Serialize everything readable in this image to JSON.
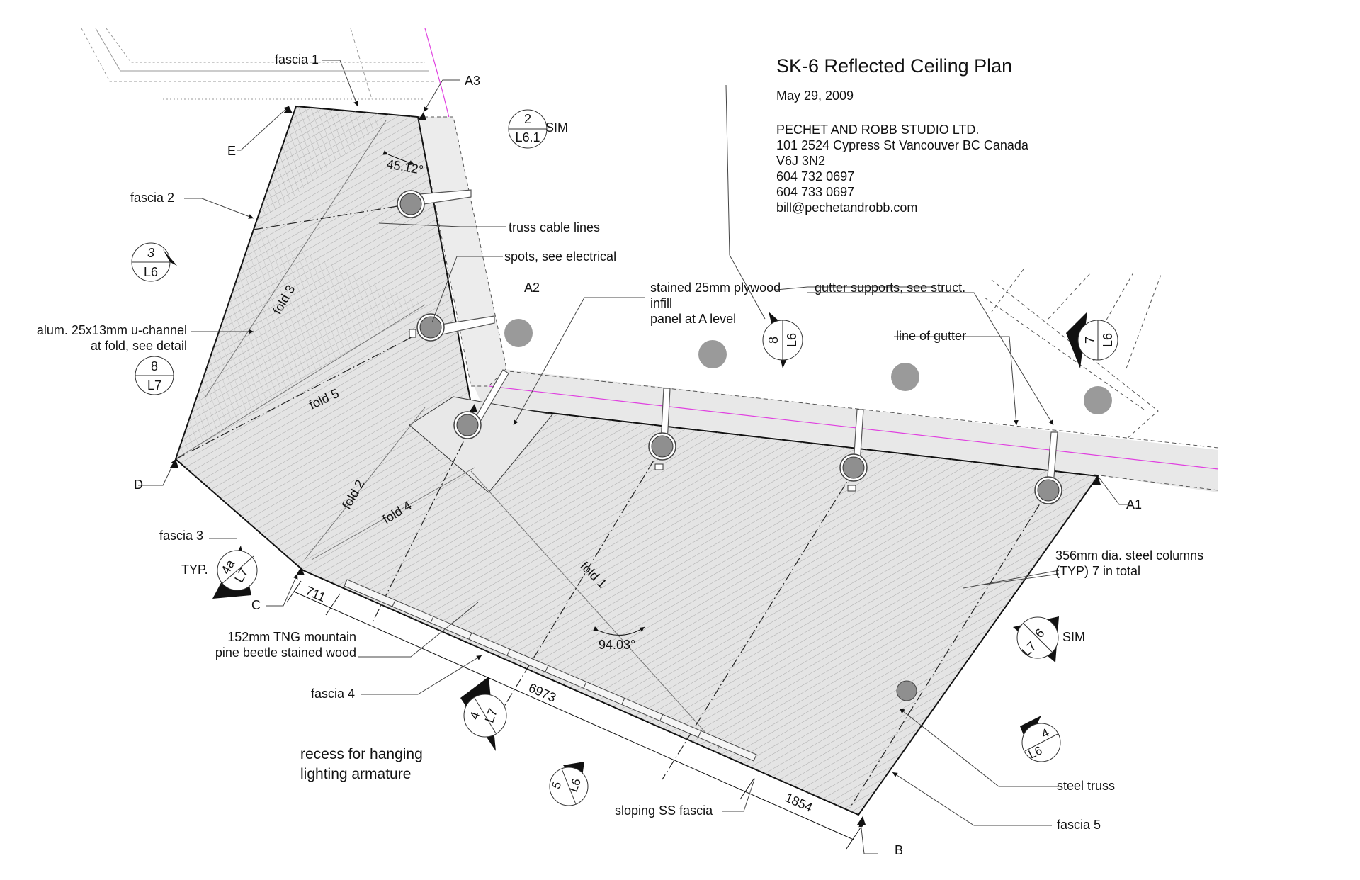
{
  "title": "SK-6  Reflected Ceiling Plan",
  "date": "May 29, 2009",
  "firm": {
    "name": "PECHET AND ROBB STUDIO LTD.",
    "address": "101 2524 Cypress St Vancouver BC Canada",
    "postal": "V6J 3N2",
    "phone1": "604 732 0697",
    "phone2": "604 733 0697",
    "email": "bill@pechetandrobb.com"
  },
  "labels": {
    "fascia1": "fascia 1",
    "fascia2": "fascia 2",
    "fascia3": "fascia 3",
    "fascia4": "fascia 4",
    "fascia5": "fascia 5",
    "a1": "A1",
    "a2": "A2",
    "a3": "A3",
    "b": "B",
    "c": "C",
    "d": "D",
    "e": "E",
    "truss_cable": "truss cable lines",
    "spots": "spots, see electrical",
    "plywood1": "stained 25mm plywood",
    "plywood2": "infill",
    "plywood3": "panel at A level",
    "gutter_supports": "gutter supports, see struct.",
    "line_gutter": "line of gutter",
    "uchannel1": "alum. 25x13mm u-channel",
    "uchannel2": "at fold, see detail",
    "columns1": "356mm dia. steel columns",
    "columns2": "(TYP) 7 in total",
    "sim1": "SIM",
    "sim2": "SIM",
    "typ": "TYP.",
    "tng1": "152mm TNG mountain",
    "tng2": "pine beetle stained wood",
    "recess1": "recess for hanging",
    "recess2": "lighting armature",
    "sloping": "sloping SS fascia",
    "steel_truss": "steel truss",
    "fold1": "fold 1",
    "fold2": "fold 2",
    "fold3": "fold 3",
    "fold4": "fold 4",
    "fold5": "fold 5",
    "angle1": "45.12°",
    "angle2": "94.03°",
    "dim711": "711",
    "dim6973": "6973",
    "dim1854": "1854"
  },
  "callouts": {
    "c2": {
      "top": "2",
      "bottom": "L6.1"
    },
    "c3": {
      "top": "3",
      "bottom": "L6"
    },
    "c8a": {
      "top": "8",
      "bottom": "L7"
    },
    "c8b": {
      "top": "8",
      "bottom": "L6"
    },
    "c7": {
      "top": "7",
      "bottom": "L6"
    },
    "c4a": {
      "top": "4a",
      "bottom": "L7"
    },
    "c6": {
      "top": "6",
      "bottom": "L7"
    },
    "c4b": {
      "top": "4",
      "bottom": "L7"
    },
    "c4c": {
      "top": "4",
      "bottom": "L6"
    },
    "c5": {
      "top": "5",
      "bottom": "L6"
    }
  },
  "colors": {
    "fill": "#e4e4e4",
    "line": "#111111",
    "magenta": "#e040e0",
    "column": "#9a9a9a"
  }
}
